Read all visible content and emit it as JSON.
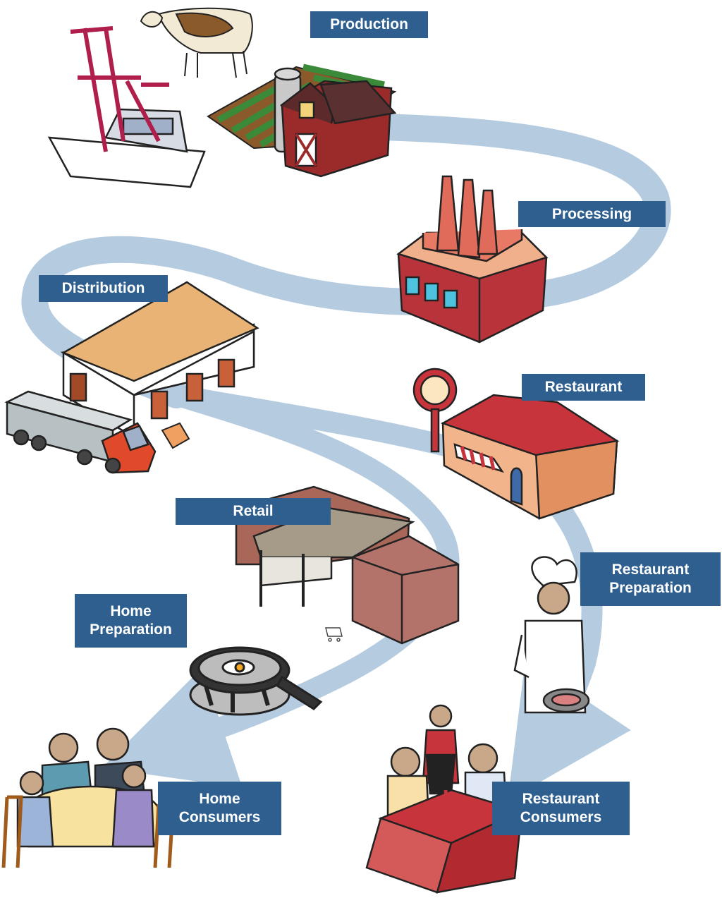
{
  "diagram": {
    "stages": {
      "production": {
        "line1": "Production"
      },
      "processing": {
        "line1": "Processing"
      },
      "distribution": {
        "line1": "Distribution"
      },
      "restaurant": {
        "line1": "Restaurant"
      },
      "retail": {
        "line1": "Retail"
      },
      "restaurant_preparation": {
        "line1": "Restaurant",
        "line2": "Preparation"
      },
      "home_preparation": {
        "line1": "Home",
        "line2": "Preparation"
      },
      "home_consumers": {
        "line1": "Home",
        "line2": "Consumers"
      },
      "restaurant_consumers": {
        "line1": "Restaurant",
        "line2": "Consumers"
      }
    },
    "colors": {
      "label_bg": "#2e5f8f",
      "label_text": "#ffffff",
      "flow_path": "#b5cbe0",
      "barn": "#9b2a2a",
      "factory": "#b8343a",
      "warehouse_roof": "#e8b375",
      "restaurant_roof": "#c8343c",
      "retail": "#a9675a"
    },
    "icons": [
      "fishing-boat-icon",
      "cow-icon",
      "crop-field-icon",
      "barn-icon",
      "silo-icon",
      "factory-icon",
      "warehouse-icon",
      "truck-icon",
      "box-icon",
      "restaurant-building-icon",
      "restaurant-sign-icon",
      "retail-store-icon",
      "shopping-cart-icon",
      "frying-pan-icon",
      "stove-icon",
      "chef-icon",
      "home-table-icon",
      "restaurant-table-icon",
      "waitress-icon"
    ]
  }
}
